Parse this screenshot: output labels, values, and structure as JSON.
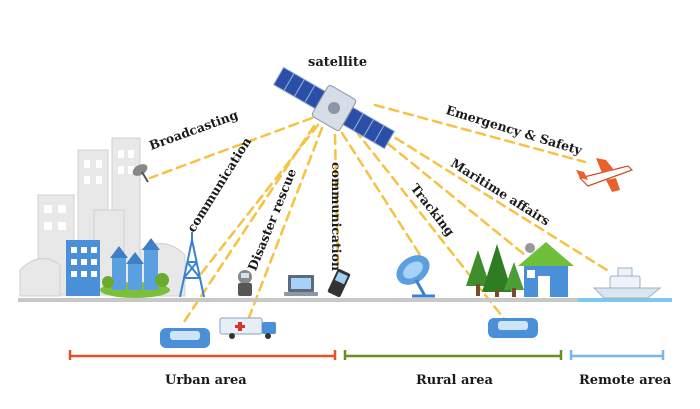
{
  "labels": {
    "satellite": "satellite",
    "broadcasting": "Broadcasting",
    "communication_left": "communication",
    "disaster_rescue": "Disaster rescue",
    "communication_mid": "communication",
    "tracking": "Tracking",
    "maritime_affairs": "Maritime affairs",
    "emergency_safety": "Emergency & Safety"
  },
  "areas": {
    "urban": "Urban area",
    "rural": "Rural area",
    "remote": "Remote area"
  },
  "colors": {
    "link_dash": "#f5c242",
    "urban_bracket": "#e8522a",
    "rural_bracket": "#6b8e23",
    "remote_bracket": "#7ab6e6",
    "icon_blue": "#5aa0e0",
    "ground": "#c8c8c8"
  },
  "icons": [
    "satellite-icon",
    "city-buildings-icon",
    "satellite-dish-icon",
    "radio-tower-icon",
    "astronaut-icon",
    "laptop-icon",
    "mobile-phone-icon",
    "dish-antenna-icon",
    "trees-icon",
    "house-icon",
    "ship-icon",
    "airplane-icon",
    "car-icon",
    "ambulance-truck-icon"
  ]
}
